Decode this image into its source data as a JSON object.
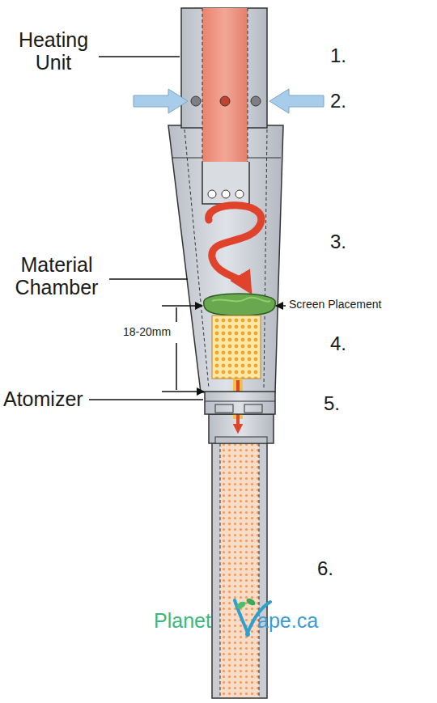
{
  "diagram": {
    "labels": [
      "Heating Unit",
      "1.",
      "2.",
      "Material Chamber",
      "3.",
      "Screen Placement",
      "18-20mm",
      "4.",
      "Atomizer",
      "5.",
      "6.",
      "Planet",
      "ape.ca"
    ]
  }
}
